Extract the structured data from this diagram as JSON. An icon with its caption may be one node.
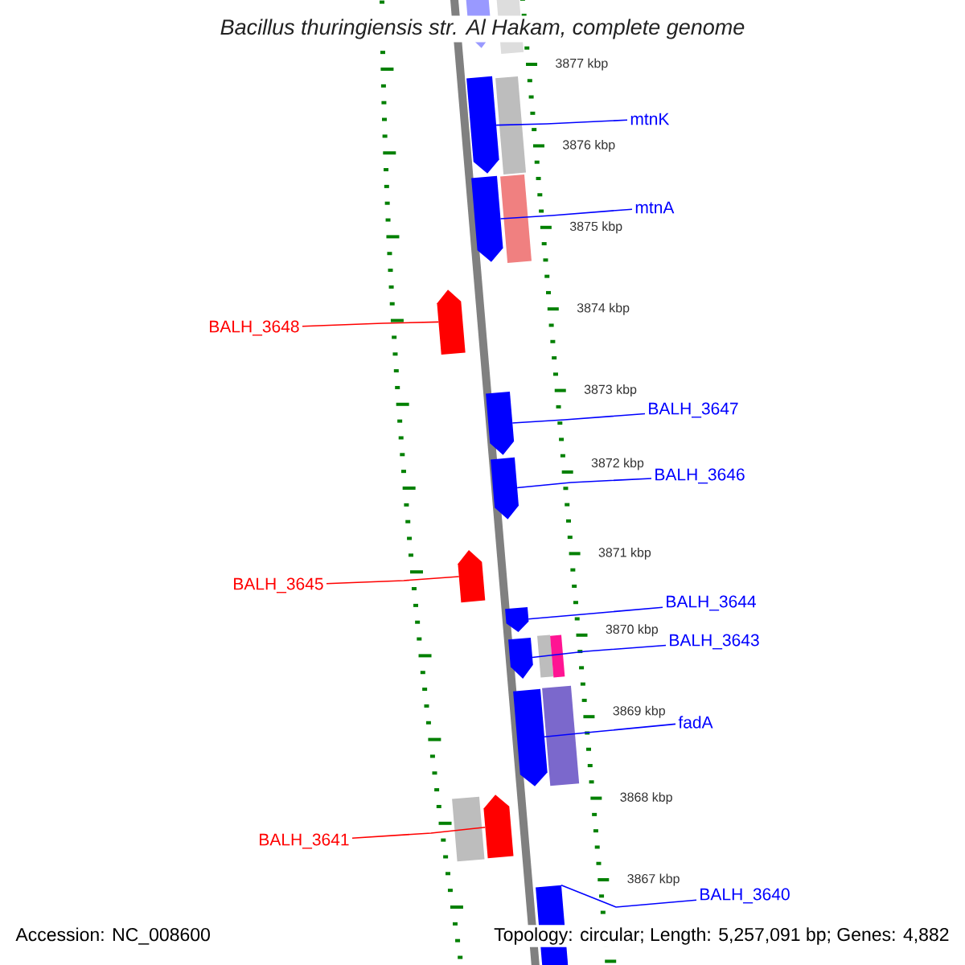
{
  "diagram": {
    "title": "Bacillus thuringiensis str. Al Hakam, complete genome",
    "nodes": [
      {
        "text": [
          "mtnK"
        ]
      },
      {
        "text": [],
        "shape": "pentagon"
      },
      {
        "text": [
          "mtnA"
        ]
      },
      {
        "text": [],
        "shape": "pentagon"
      },
      {
        "text": [
          "BALH_3648"
        ]
      },
      {
        "text": [],
        "shape": "pentagon"
      },
      {
        "text": [
          "BALH_3647"
        ]
      },
      {
        "text": [],
        "shape": "pentagon"
      },
      {
        "text": [
          "BALH_3646"
        ]
      },
      {
        "text": [],
        "shape": "pentagon"
      },
      {
        "text": [
          "BALH_3645"
        ]
      },
      {
        "text": [],
        "shape": "pentagon"
      },
      {
        "text": [
          "BALH_3644"
        ]
      },
      {
        "text": [],
        "shape": "pentagon"
      },
      {
        "text": [
          "BALH_3643"
        ]
      },
      {
        "text": [],
        "shape": "pentagon"
      },
      {
        "text": [
          "fadA"
        ]
      },
      {
        "text": [],
        "shape": "pentagon"
      },
      {
        "text": [
          "BALH_3641"
        ]
      },
      {
        "text": [],
        "shape": "pentagon"
      },
      {
        "text": [
          "BALH_3640"
        ]
      },
      {
        "text": [],
        "shape": "pentagon"
      }
    ],
    "edges": [
      {
        "from": 0,
        "to": 1,
        "arrow": "none"
      },
      {
        "from": 2,
        "to": 3,
        "arrow": "none"
      },
      {
        "from": 4,
        "to": 5,
        "arrow": "none",
        "color": "#ff0000"
      },
      {
        "from": 6,
        "to": 7,
        "arrow": "none"
      },
      {
        "from": 8,
        "to": 9,
        "arrow": "none"
      },
      {
        "from": 10,
        "to": 11,
        "arrow": "none",
        "color": "#ff0000"
      },
      {
        "from": 12,
        "to": 13,
        "arrow": "none"
      },
      {
        "from": 14,
        "to": 15,
        "arrow": "none"
      },
      {
        "from": 16,
        "to": 17,
        "arrow": "none"
      },
      {
        "from": 18,
        "to": 19,
        "arrow": "none",
        "color": "#ff0000"
      },
      {
        "from": 20,
        "to": 21,
        "arrow": "none"
      }
    ],
    "labels": [
      "3877 kbp",
      "3876 kbp",
      "3875 kbp",
      "3874 kbp",
      "3873 kbp",
      "3872 kbp",
      "3871 kbp",
      "3870 kbp",
      "3869 kbp",
      "3868 kbp",
      "3867 kbp",
      "Accession: NC_008600",
      "Topology: circular; Length: 5,257,091 bp; Genes: 4,882"
    ]
  }
}
